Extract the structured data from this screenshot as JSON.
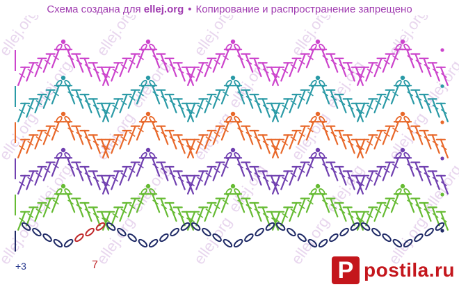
{
  "header": {
    "prefix": "Схема создана для",
    "site": "ellej.org",
    "separator": "•",
    "suffix": "Копирование и распространение запрещено"
  },
  "labels": {
    "plus3": "+3",
    "seven": "7"
  },
  "watermark_logo": {
    "badge": "P",
    "text": "postila.ru",
    "background_watermark": "ellej.org"
  },
  "colors": {
    "magenta": "#cc44cc",
    "teal": "#2a9aa6",
    "orange": "#e8682a",
    "purple": "#7040b0",
    "green": "#66bb33",
    "navy": "#1f2a66",
    "red": "#c0282a",
    "watermark": "#c4161c"
  },
  "rows": [
    {
      "name": "magenta",
      "color": "#cc44cc",
      "repeats": 5
    },
    {
      "name": "teal",
      "color": "#2a9aa6",
      "repeats": 5
    },
    {
      "name": "orange",
      "color": "#e8682a",
      "repeats": 5
    },
    {
      "name": "purple",
      "color": "#7040b0",
      "repeats": 5
    },
    {
      "name": "green",
      "color": "#66bb33",
      "repeats": 5
    },
    {
      "name": "navy",
      "color": "#1f2a66",
      "repeats": 5
    }
  ]
}
